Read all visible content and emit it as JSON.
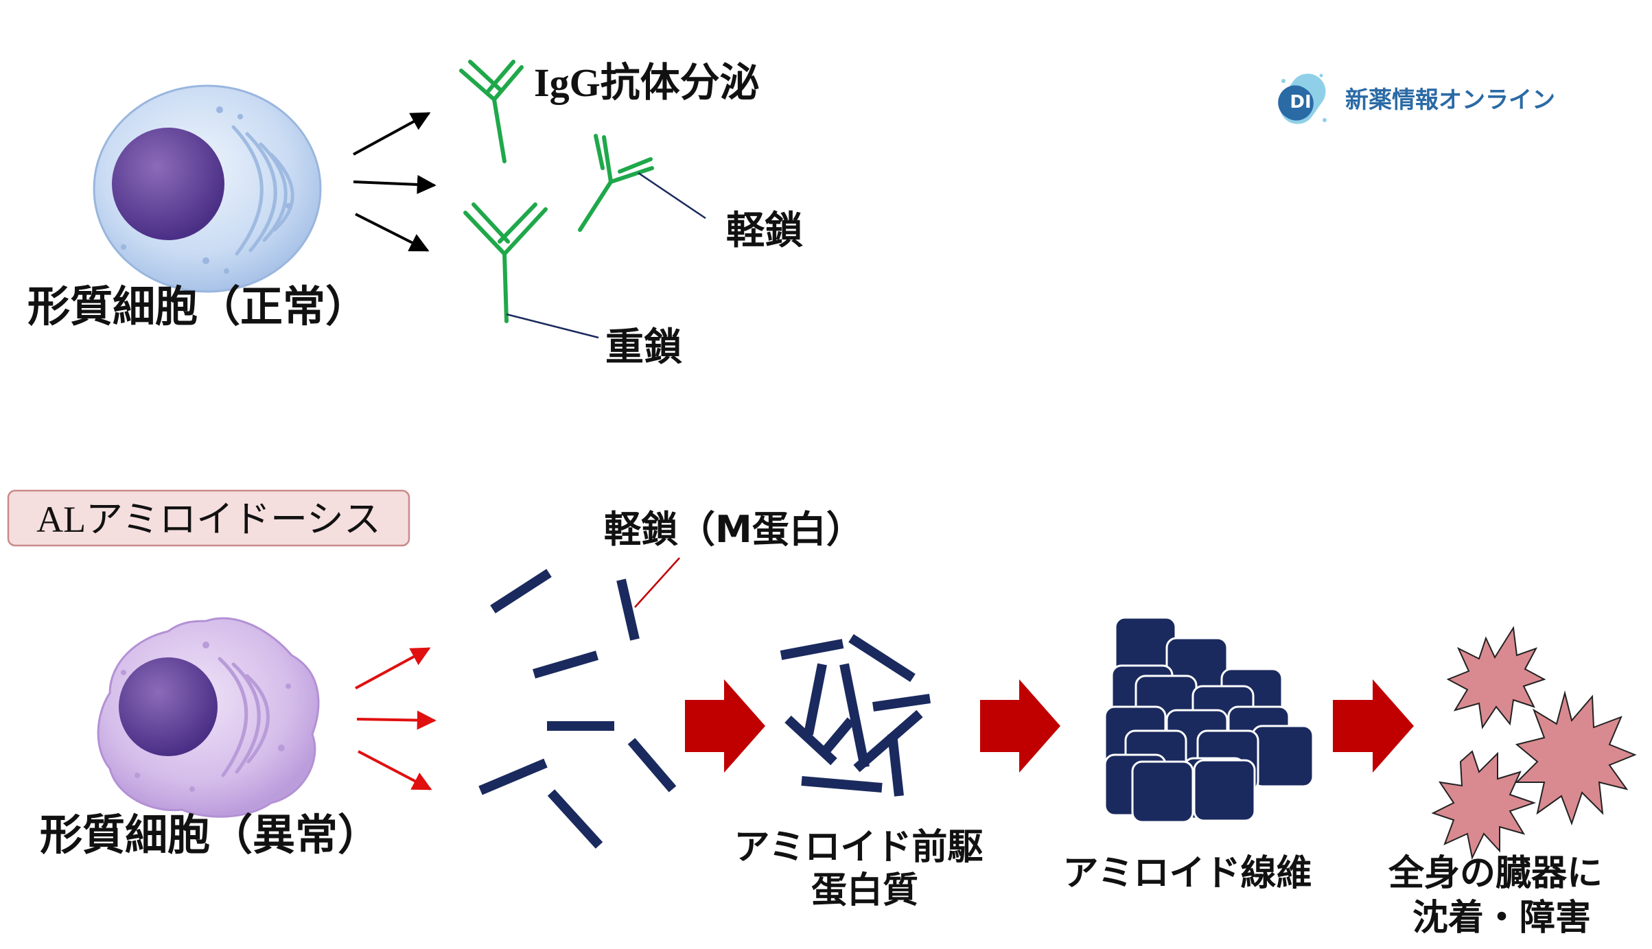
{
  "logo": {
    "badge": "DI",
    "name": "新薬情報オンライン",
    "color": "#2a6aa5",
    "accent": "#8fd0e8"
  },
  "normal": {
    "cell_label": "形質細胞（正常）",
    "secretion_label": "IgG抗体分泌",
    "light_chain_label": "軽鎖",
    "heavy_chain_label": "重鎖",
    "antibody_color": "#1fa84a",
    "arrow_color": "#000000"
  },
  "disease": {
    "tag": "ALアミロイドーシス",
    "tag_bg": "#f5dede",
    "tag_border": "#c98a8a",
    "cell_label": "形質細胞（異常）",
    "light_chain_label": "軽鎖（M蛋白）",
    "arrow_color": "#e01010",
    "fragment_color": "#1a2a5e",
    "process_arrow_color": "#c00000",
    "steps": [
      {
        "lines": [
          "アミロイド前駆",
          "蛋白質"
        ]
      },
      {
        "lines": [
          "アミロイド線維"
        ]
      },
      {
        "lines": [
          "全身の臓器に",
          "沈着・障害"
        ]
      }
    ],
    "damage_color": "#d98a90"
  }
}
